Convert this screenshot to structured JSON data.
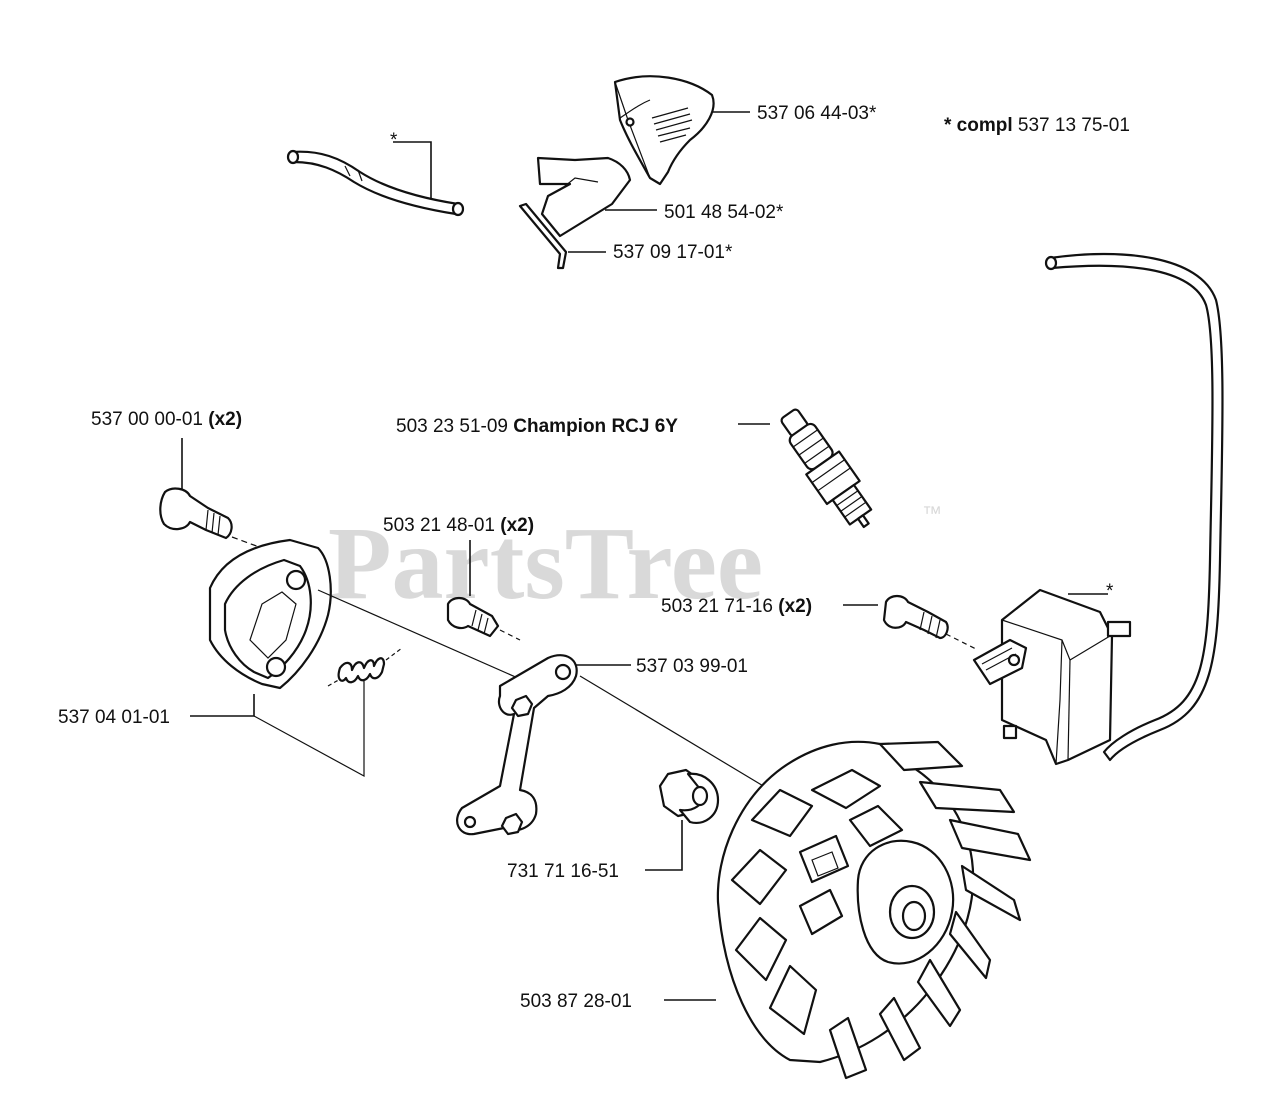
{
  "watermark": {
    "brand": "PartsTree",
    "trademark": "™"
  },
  "note": {
    "prefix": "* compl",
    "part_no": "537 13 75-01"
  },
  "labels": {
    "spark_plug_cover": "537 06 44-03*",
    "boot_insert": "501 48 54-02*",
    "spring_clip": "537 09 17-01*",
    "tube_asterisk": "*",
    "module_asterisk": "*",
    "spark_plug_no": "503 23 51-09",
    "spark_plug_name": "Champion RCJ 6Y",
    "shoulder_bolt_no": "537 00 00-01",
    "shoulder_bolt_qty": "(x2)",
    "screw_no": "503 21 48-01",
    "screw_qty": "(x2)",
    "module_screw_no": "503 21 71-16",
    "module_screw_qty": "(x2)",
    "lever": "537 03 99-01",
    "clutch_shoe": "537 04 01-01",
    "nut": "731 71 16-51",
    "flywheel": "503 87 28-01"
  }
}
